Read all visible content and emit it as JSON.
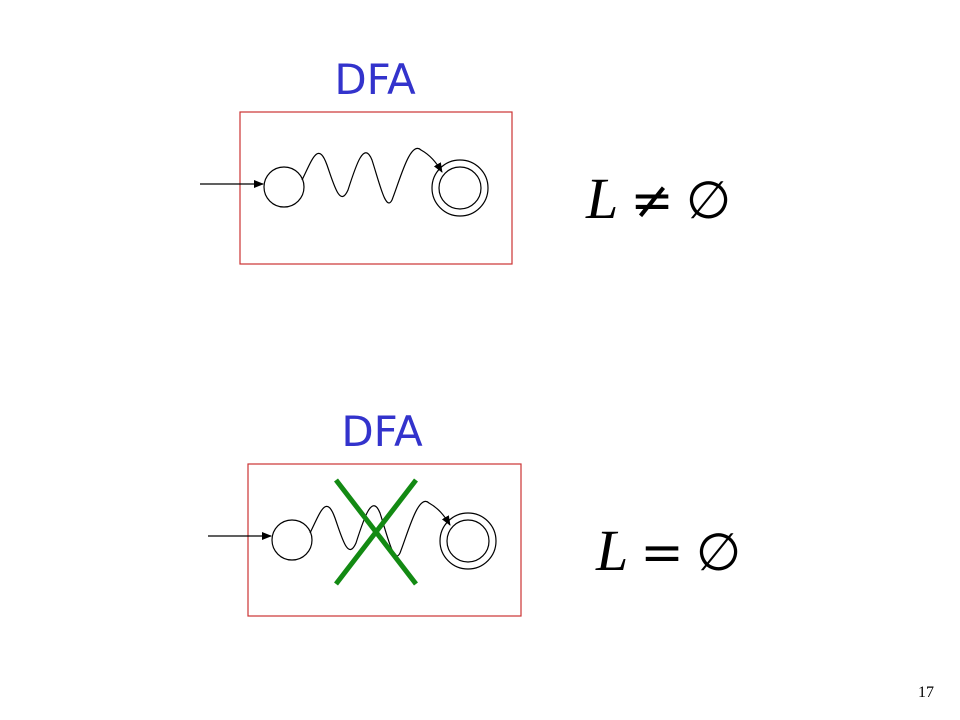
{
  "slide": {
    "page_number": "17"
  },
  "top_diagram": {
    "title": "DFA",
    "formula_var": "L",
    "formula_op": "≠",
    "formula_set": "∅"
  },
  "bottom_diagram": {
    "title": "DFA",
    "formula_var": "L",
    "formula_op": "=",
    "formula_set": "∅"
  },
  "colors": {
    "title_blue": "#3333cc",
    "box_border": "#cc3333",
    "cross_green": "#138a13"
  }
}
